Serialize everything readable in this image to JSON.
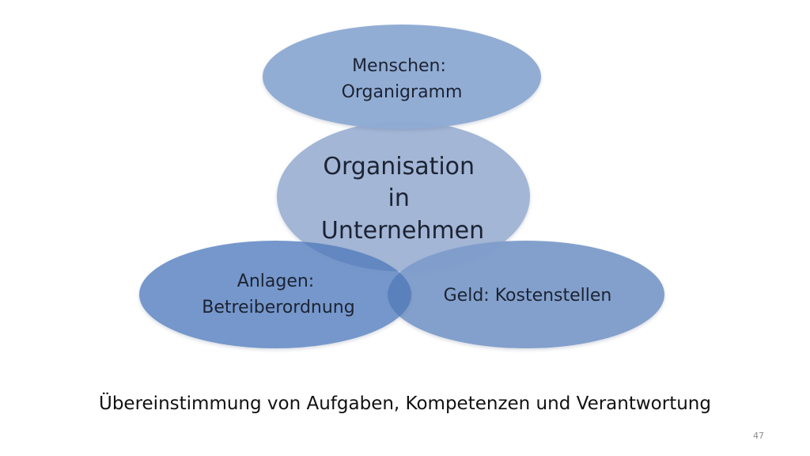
{
  "diagram": {
    "center": {
      "lines": [
        "Organisation",
        "in",
        "Unternehmen"
      ]
    },
    "top": {
      "lines": [
        "Menschen:",
        "Organigramm"
      ]
    },
    "left": {
      "lines": [
        "Anlagen:",
        "Betreiberordnung"
      ]
    },
    "right": {
      "lines": [
        "Geld: Kostenstellen"
      ]
    },
    "colors": {
      "center_fill": "#a3b6d6",
      "outer_fill": "#7f9dcb",
      "overlap_fill": "#6387c0",
      "text": "#1c2333"
    }
  },
  "caption": "Übereinstimmung von Aufgaben, Kompetenzen und Verantwortung",
  "page_number": "47"
}
